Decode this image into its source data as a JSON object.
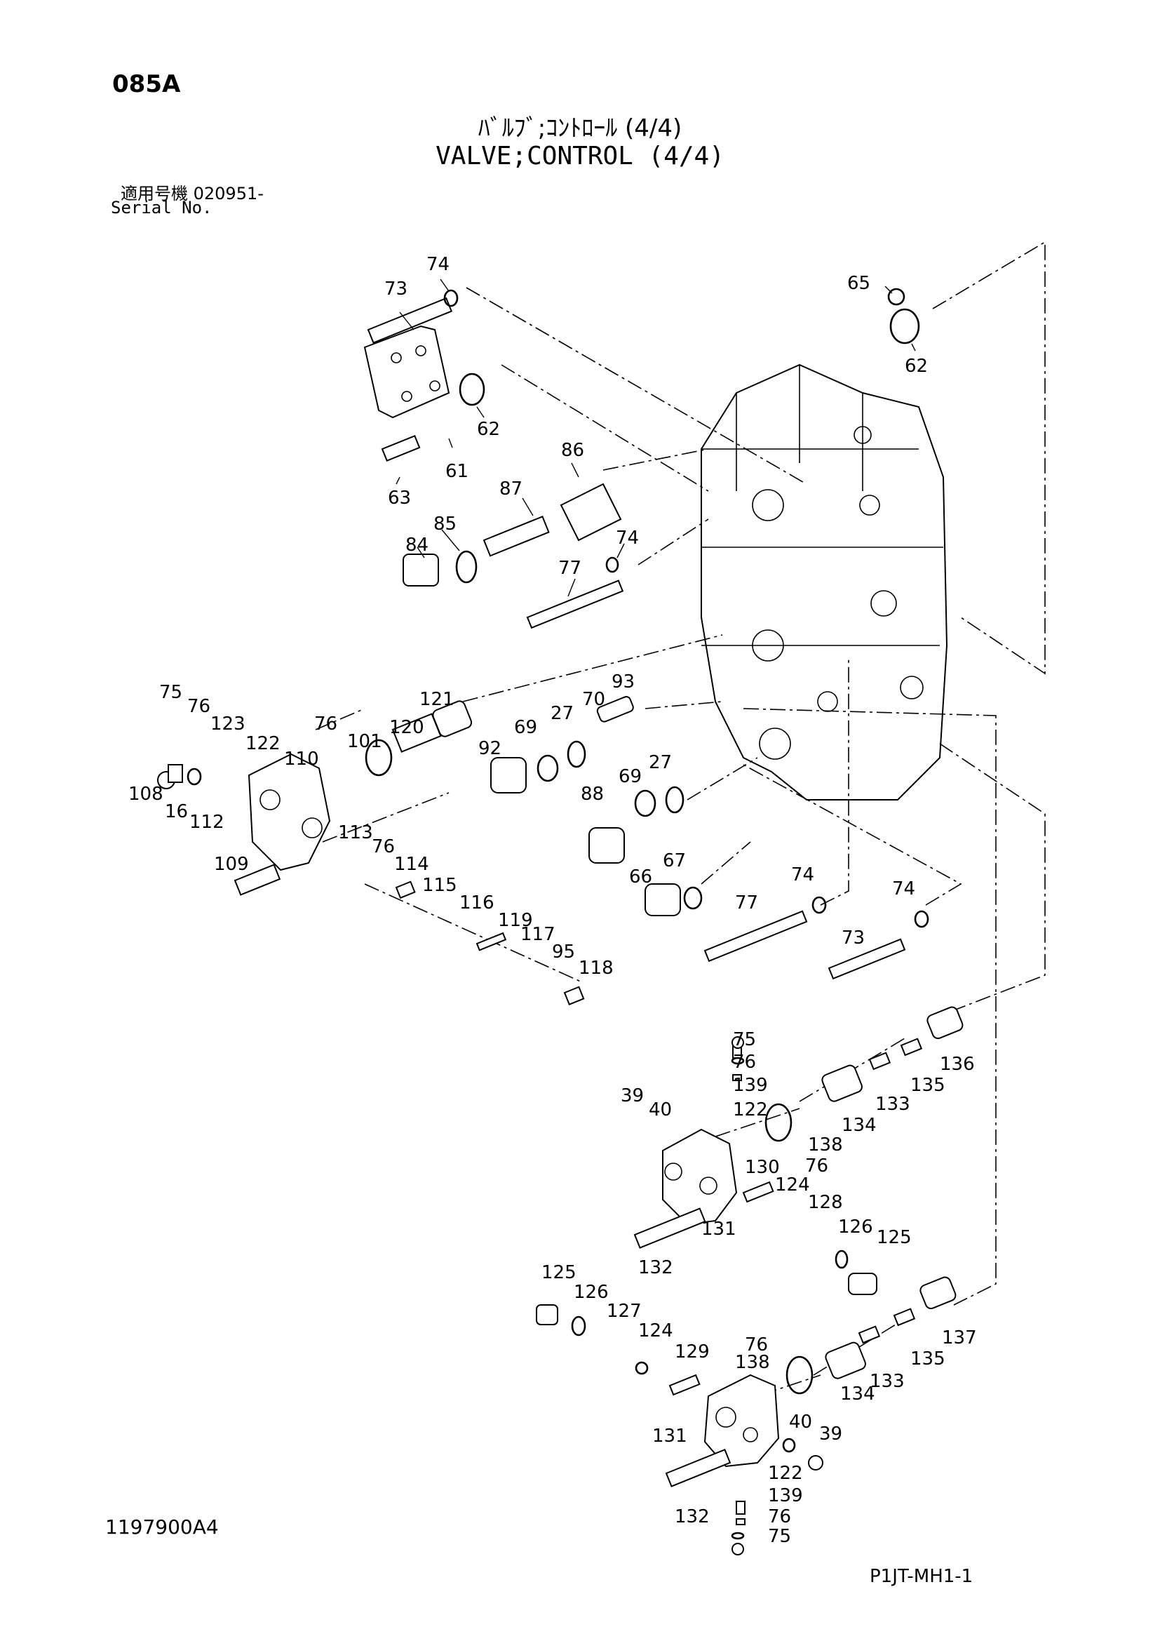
{
  "header": {
    "page_id": "085A",
    "title_jp": "ﾊﾞﾙﾌﾞ;ｺﾝﾄﾛｰﾙ (4/4)",
    "title_en": "VALVE;CONTROL (4/4)",
    "serial_label_jp": "適用号機  020951-",
    "serial_label_en": "Serial No."
  },
  "footer": {
    "drawing_number": "1197900A4",
    "page_code": "P1JT-MH1-1"
  },
  "part_labels": [
    {
      "id": "74",
      "text": "74"
    },
    {
      "id": "73",
      "text": "73"
    },
    {
      "id": "65",
      "text": "65"
    },
    {
      "id": "62a",
      "text": "62"
    },
    {
      "id": "62b",
      "text": "62"
    },
    {
      "id": "61",
      "text": "61"
    },
    {
      "id": "63",
      "text": "63"
    },
    {
      "id": "86",
      "text": "86"
    },
    {
      "id": "87",
      "text": "87"
    },
    {
      "id": "85",
      "text": "85"
    },
    {
      "id": "84",
      "text": "84"
    },
    {
      "id": "74b",
      "text": "74"
    },
    {
      "id": "77",
      "text": "77"
    },
    {
      "id": "75",
      "text": "75"
    },
    {
      "id": "76",
      "text": "76"
    },
    {
      "id": "123",
      "text": "123"
    },
    {
      "id": "122",
      "text": "122"
    },
    {
      "id": "110",
      "text": "110"
    },
    {
      "id": "76b",
      "text": "76"
    },
    {
      "id": "101",
      "text": "101"
    },
    {
      "id": "120",
      "text": "120"
    },
    {
      "id": "121",
      "text": "121"
    },
    {
      "id": "108",
      "text": "108"
    },
    {
      "id": "16",
      "text": "16"
    },
    {
      "id": "112",
      "text": "112"
    },
    {
      "id": "92",
      "text": "92"
    },
    {
      "id": "69",
      "text": "69"
    },
    {
      "id": "27",
      "text": "27"
    },
    {
      "id": "70",
      "text": "70"
    },
    {
      "id": "93",
      "text": "93"
    },
    {
      "id": "88",
      "text": "88"
    },
    {
      "id": "69b",
      "text": "69"
    },
    {
      "id": "27b",
      "text": "27"
    },
    {
      "id": "109",
      "text": "109"
    },
    {
      "id": "113",
      "text": "113"
    },
    {
      "id": "76c",
      "text": "76"
    },
    {
      "id": "114",
      "text": "114"
    },
    {
      "id": "115",
      "text": "115"
    },
    {
      "id": "116",
      "text": "116"
    },
    {
      "id": "119",
      "text": "119"
    },
    {
      "id": "117",
      "text": "117"
    },
    {
      "id": "95",
      "text": "95"
    },
    {
      "id": "118",
      "text": "118"
    },
    {
      "id": "66",
      "text": "66"
    },
    {
      "id": "67",
      "text": "67"
    },
    {
      "id": "74c",
      "text": "74"
    },
    {
      "id": "77b",
      "text": "77"
    },
    {
      "id": "74d",
      "text": "74"
    },
    {
      "id": "73b",
      "text": "73"
    },
    {
      "id": "75b",
      "text": "75"
    },
    {
      "id": "76d",
      "text": "76"
    },
    {
      "id": "139",
      "text": "139"
    },
    {
      "id": "122b",
      "text": "122"
    },
    {
      "id": "39",
      "text": "39"
    },
    {
      "id": "40",
      "text": "40"
    },
    {
      "id": "138",
      "text": "138"
    },
    {
      "id": "76e",
      "text": "76"
    },
    {
      "id": "134",
      "text": "134"
    },
    {
      "id": "133",
      "text": "133"
    },
    {
      "id": "135",
      "text": "135"
    },
    {
      "id": "136",
      "text": "136"
    },
    {
      "id": "130",
      "text": "130"
    },
    {
      "id": "124",
      "text": "124"
    },
    {
      "id": "128",
      "text": "128"
    },
    {
      "id": "131",
      "text": "131"
    },
    {
      "id": "126",
      "text": "126"
    },
    {
      "id": "125",
      "text": "125"
    },
    {
      "id": "132",
      "text": "132"
    },
    {
      "id": "125b",
      "text": "125"
    },
    {
      "id": "126b",
      "text": "126"
    },
    {
      "id": "127",
      "text": "127"
    },
    {
      "id": "124b",
      "text": "124"
    },
    {
      "id": "129",
      "text": "129"
    },
    {
      "id": "76f",
      "text": "76"
    },
    {
      "id": "138b",
      "text": "138"
    },
    {
      "id": "134b",
      "text": "134"
    },
    {
      "id": "133b",
      "text": "133"
    },
    {
      "id": "135b",
      "text": "135"
    },
    {
      "id": "137",
      "text": "137"
    },
    {
      "id": "131b",
      "text": "131"
    },
    {
      "id": "40b",
      "text": "40"
    },
    {
      "id": "39b",
      "text": "39"
    },
    {
      "id": "122c",
      "text": "122"
    },
    {
      "id": "139b",
      "text": "139"
    },
    {
      "id": "132b",
      "text": "132"
    },
    {
      "id": "76g",
      "text": "76"
    },
    {
      "id": "75c",
      "text": "75"
    }
  ]
}
